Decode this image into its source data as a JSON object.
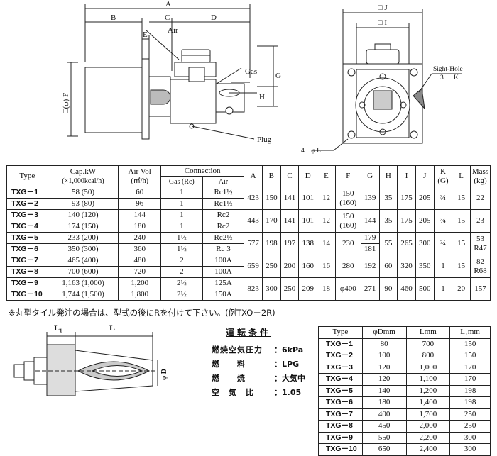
{
  "drawing_labels": {
    "dim_a": "A",
    "dim_b": "B",
    "dim_c": "C",
    "dim_d": "D",
    "dim_e": "E",
    "air": "Air",
    "gas": "Gas",
    "dim_f": "□(φ) F",
    "dim_g": "G",
    "dim_h": "H",
    "plug": "Plug",
    "dim_j": "□ J",
    "dim_i": "□ I",
    "sight_hole": "Sight-Hole",
    "sight_hole_k": "3 － K",
    "bolt_holes": "4－φ L",
    "dim_l1": "L₁",
    "dim_l": "L",
    "dim_phi_d": "φ D"
  },
  "spec_table": {
    "headers": {
      "type": "Type",
      "cap": "Cap.kW",
      "cap_sub": "(×1,000kcal/h)",
      "air_vol": "Air Vol",
      "air_vol_sub": "(㎥/h)",
      "connection": "Connection",
      "conn_gas": "Gas (Rc)",
      "conn_air": "Air",
      "a": "A",
      "b": "B",
      "c": "C",
      "d": "D",
      "e": "E",
      "f": "F",
      "g": "G",
      "h": "H",
      "i": "I",
      "j": "J",
      "k": "K",
      "k_sub": "(G)",
      "l": "L",
      "mass": "Mass",
      "mass_sub": "(kg)"
    },
    "rows": [
      {
        "type": "TXG－1",
        "cap": "58 (50)",
        "air": "60",
        "gas": "1",
        "air_conn": "Rc1½"
      },
      {
        "type": "TXG－2",
        "cap": "93 (80)",
        "air": "96",
        "gas": "1",
        "air_conn": "Rc1½"
      },
      {
        "type": "TXG－3",
        "cap": "140 (120)",
        "air": "144",
        "gas": "1",
        "air_conn": "Rc2"
      },
      {
        "type": "TXG－4",
        "cap": "174 (150)",
        "air": "180",
        "gas": "1",
        "air_conn": "Rc2"
      },
      {
        "type": "TXG－5",
        "cap": "233 (200)",
        "air": "240",
        "gas": "1½",
        "air_conn": "Rc2½"
      },
      {
        "type": "TXG－6",
        "cap": "350 (300)",
        "air": "360",
        "gas": "1½",
        "air_conn": "Rc 3"
      },
      {
        "type": "TXG－7",
        "cap": "465 (400)",
        "air": "480",
        "gas": "2",
        "air_conn": "100A"
      },
      {
        "type": "TXG－8",
        "cap": "700 (600)",
        "air": "720",
        "gas": "2",
        "air_conn": "100A"
      },
      {
        "type": "TXG－9",
        "cap": "1,163 (1,000)",
        "air": "1,200",
        "gas": "2½",
        "air_conn": "125A"
      },
      {
        "type": "TXG－10",
        "cap": "1,744 (1,500)",
        "air": "1,800",
        "gas": "2½",
        "air_conn": "150A"
      }
    ],
    "groups": [
      {
        "a": "423",
        "b": "150",
        "c": "141",
        "d": "101",
        "e": "12",
        "f": "150",
        "f2": "(160)",
        "g": "139",
        "h": "35",
        "i": "175",
        "j": "205",
        "k": "¾",
        "l": "15",
        "mass": "22",
        "mass2": ""
      },
      {
        "a": "443",
        "b": "170",
        "c": "141",
        "d": "101",
        "e": "12",
        "f": "150",
        "f2": "(160)",
        "g": "144",
        "h": "35",
        "i": "175",
        "j": "205",
        "k": "¾",
        "l": "15",
        "mass": "23",
        "mass2": ""
      },
      {
        "a": "577",
        "b": "198",
        "c": "197",
        "d": "138",
        "e": "14",
        "f": "230",
        "f2": "",
        "g": "179",
        "g2": "181",
        "h": "55",
        "i": "265",
        "j": "300",
        "k": "¾",
        "l": "15",
        "mass": "53",
        "mass2": "R47"
      },
      {
        "a": "659",
        "b": "250",
        "c": "200",
        "d": "160",
        "e": "16",
        "f": "280",
        "f2": "",
        "g": "192",
        "h": "60",
        "i": "320",
        "j": "350",
        "k": "1",
        "l": "15",
        "mass": "82",
        "mass2": "R68"
      },
      {
        "a": "823",
        "b": "300",
        "c": "250",
        "d": "209",
        "e": "18",
        "f": "φ400",
        "f2": "",
        "g": "271",
        "h": "90",
        "i": "460",
        "j": "500",
        "k": "1",
        "l": "20",
        "mass": "157",
        "mass2": ""
      }
    ]
  },
  "note": "※丸型タイル発注の場合は、型式の後にRを付けて下さい。(例TXO－2R)",
  "conditions": {
    "title": "運転条件",
    "items": [
      {
        "key": "燃焼空気圧力",
        "value": "：6kPa"
      },
      {
        "key": "燃　　料",
        "value": "：LPG"
      },
      {
        "key": "燃　　焼",
        "value": "：大気中"
      },
      {
        "key": "空　気　比",
        "value": "：1.05"
      }
    ]
  },
  "burner_table": {
    "headers": {
      "type": "Type",
      "d": "φDmm",
      "l": "Lmm",
      "l1": "L₁mm"
    },
    "rows": [
      {
        "type": "TXG－1",
        "d": "80",
        "l": "700",
        "l1": "150"
      },
      {
        "type": "TXG－2",
        "d": "100",
        "l": "800",
        "l1": "150"
      },
      {
        "type": "TXG－3",
        "d": "120",
        "l": "1,000",
        "l1": "170"
      },
      {
        "type": "TXG－4",
        "d": "120",
        "l": "1,100",
        "l1": "170"
      },
      {
        "type": "TXG－5",
        "d": "140",
        "l": "1,200",
        "l1": "198"
      },
      {
        "type": "TXG－6",
        "d": "180",
        "l": "1,400",
        "l1": "198"
      },
      {
        "type": "TXG－7",
        "d": "400",
        "l": "1,700",
        "l1": "250"
      },
      {
        "type": "TXG－8",
        "d": "450",
        "l": "2,000",
        "l1": "250"
      },
      {
        "type": "TXG－9",
        "d": "550",
        "l": "2,200",
        "l1": "300"
      },
      {
        "type": "TXG－10",
        "d": "650",
        "l": "2,400",
        "l1": "300"
      }
    ]
  }
}
